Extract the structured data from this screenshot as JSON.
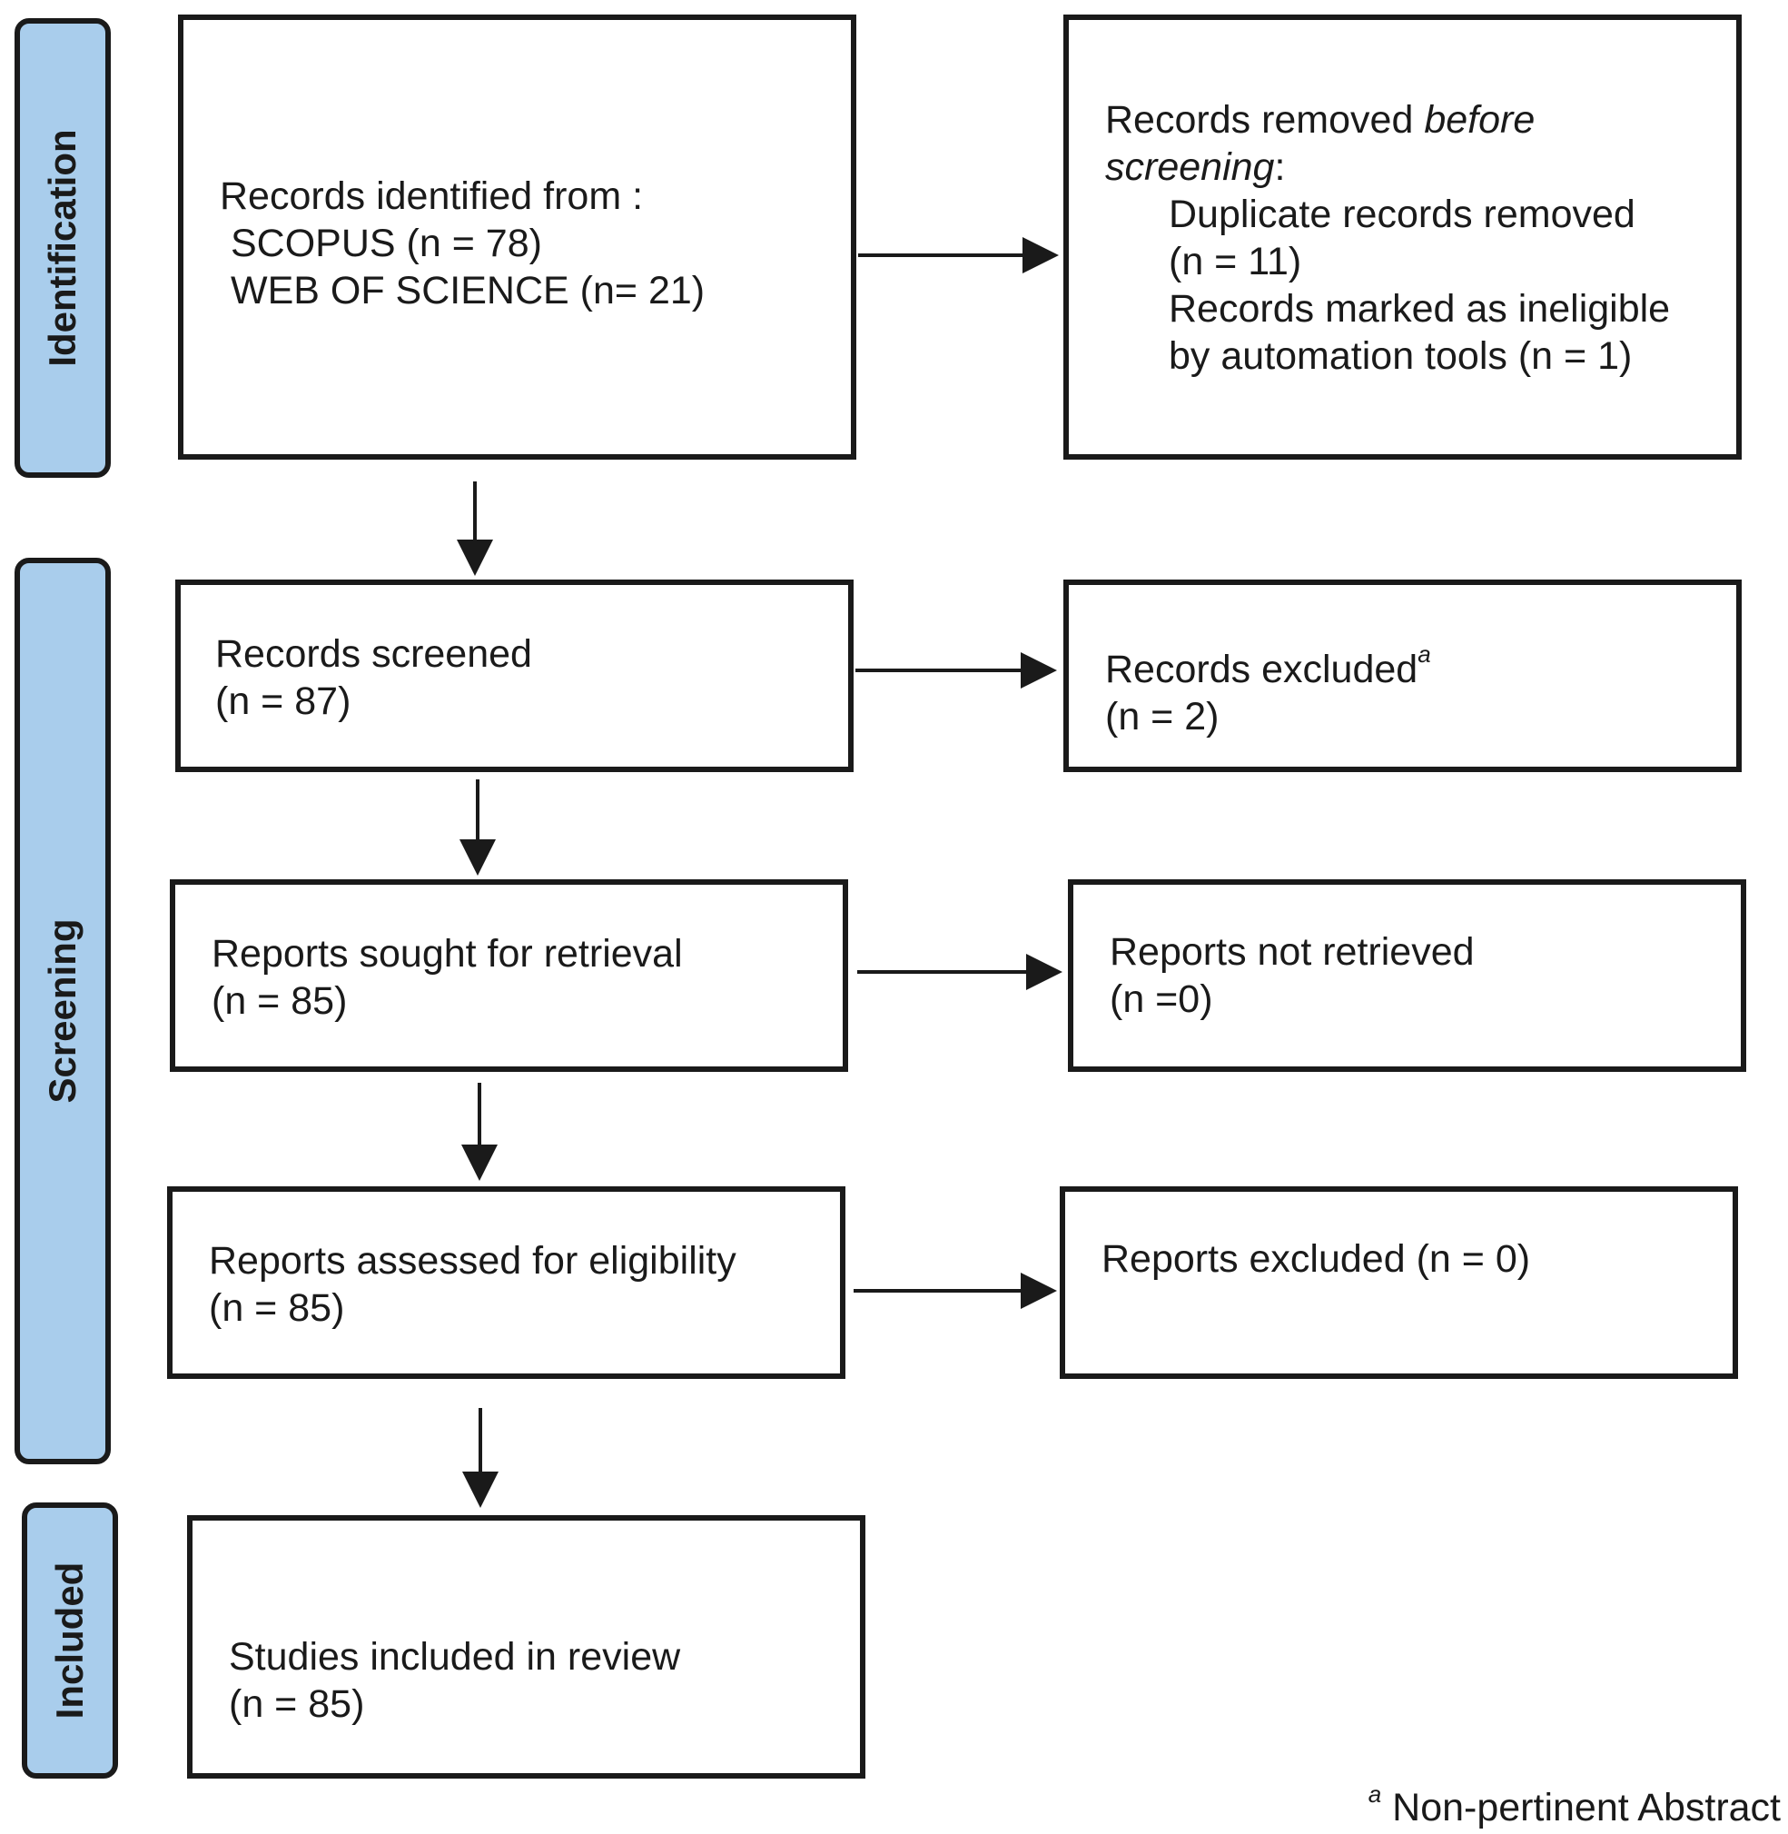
{
  "stages": {
    "identification": "Identification",
    "screening": "Screening",
    "included": "Included"
  },
  "boxes": {
    "identified": {
      "line1": "Records identified from :",
      "line2": "SCOPUS (n = 78)",
      "line3": "WEB OF SCIENCE (n= 21)"
    },
    "removed": {
      "line1_a": "Records removed ",
      "line1_b": "before",
      "line2_a": "screening",
      "line2_b": ":",
      "line3": "Duplicate records removed",
      "line4": "(n = 11)",
      "line5": "Records marked as ineligible",
      "line6": "by automation tools (n = 1)"
    },
    "screened": {
      "line1": "Records screened",
      "line2": "(n = 87)"
    },
    "excluded": {
      "line1": "Records excluded",
      "marker": "a",
      "line2": "(n = 2)"
    },
    "sought": {
      "line1": "Reports sought for retrieval",
      "line2": "(n = 85)"
    },
    "not_retrieved": {
      "line1": "Reports not retrieved",
      "line2": "(n =0)"
    },
    "assessed": {
      "line1": "Reports assessed for eligibility",
      "line2": "(n = 85)"
    },
    "reports_excluded": {
      "line1": "Reports excluded (n = 0)"
    },
    "included": {
      "line1": "Studies included in review",
      "line2": "(n = 85)"
    }
  },
  "footnote": {
    "marker": "a",
    "text": "Non-pertinent Abstract"
  }
}
